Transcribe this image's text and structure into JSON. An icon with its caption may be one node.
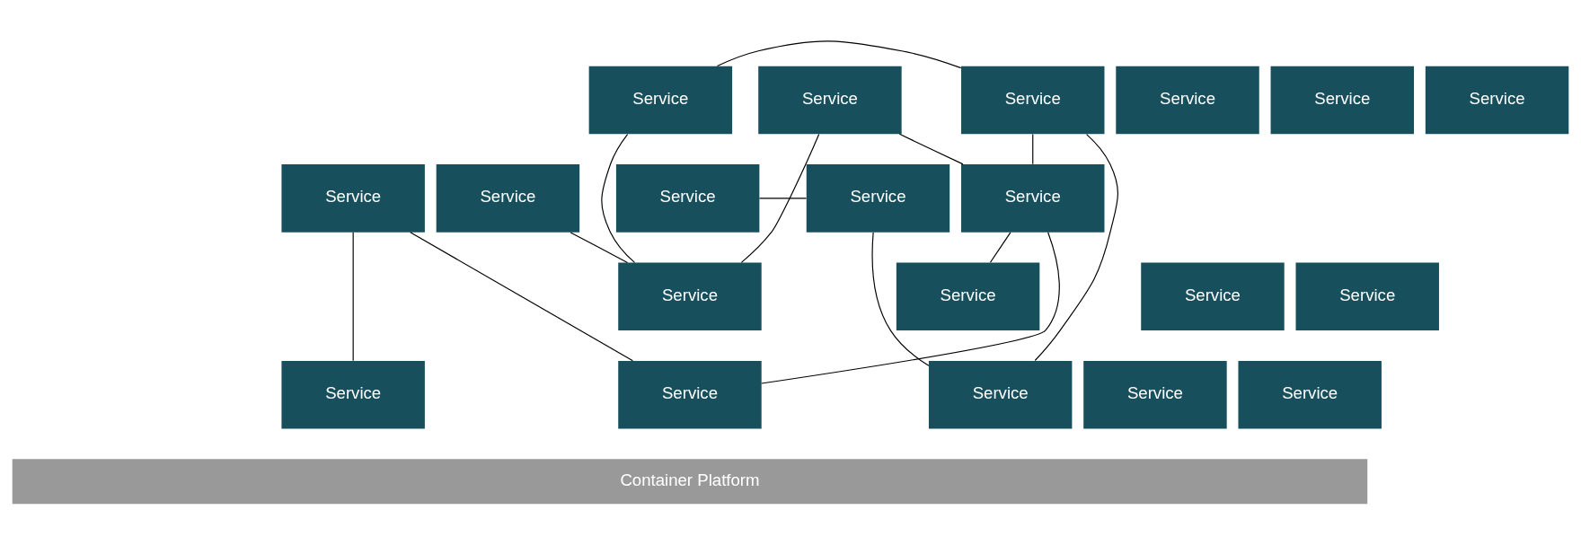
{
  "diagram": {
    "nodes": [
      {
        "text": [
          "Service"
        ]
      },
      {
        "text": [
          "Service"
        ]
      },
      {
        "text": [
          "Service"
        ]
      },
      {
        "text": [
          "Service"
        ]
      },
      {
        "text": [
          "Service"
        ]
      },
      {
        "text": [
          "Service"
        ]
      },
      {
        "text": [
          "Service"
        ]
      },
      {
        "text": [
          "Service"
        ]
      },
      {
        "text": [
          "Service"
        ]
      },
      {
        "text": [
          "Service"
        ]
      },
      {
        "text": [
          "Service"
        ]
      },
      {
        "text": [
          "Service"
        ]
      },
      {
        "text": [
          "Service"
        ]
      },
      {
        "text": [
          "Service"
        ]
      },
      {
        "text": [
          "Service"
        ]
      },
      {
        "text": [
          "Service"
        ]
      },
      {
        "text": [
          "Service"
        ]
      },
      {
        "text": [
          "Service"
        ]
      },
      {
        "text": [
          "Service"
        ]
      },
      {
        "text": [
          "Service"
        ]
      },
      {
        "text": [
          "Container Platform"
        ]
      }
    ],
    "edges": [
      {
        "from": 0,
        "to": 3,
        "arrow": "none"
      },
      {
        "from": 1,
        "to": 17,
        "arrow": "none"
      },
      {
        "from": 2,
        "to": 11,
        "arrow": "none"
      },
      {
        "from": 0,
        "to": 11,
        "arrow": "none"
      },
      {
        "from": 1,
        "to": 16,
        "arrow": "none"
      },
      {
        "from": 11,
        "to": 8,
        "arrow": "none"
      },
      {
        "from": 3,
        "to": 12,
        "arrow": "none"
      },
      {
        "from": 3,
        "to": 17,
        "arrow": "none"
      },
      {
        "from": 3,
        "to": 9,
        "arrow": "none"
      },
      {
        "from": 8,
        "to": 9,
        "arrow": "none"
      },
      {
        "from": 19,
        "to": 5,
        "arrow": "none"
      },
      {
        "from": 19,
        "to": 9,
        "arrow": "none"
      },
      {
        "from": 4,
        "to": 5,
        "arrow": "none"
      }
    ]
  }
}
